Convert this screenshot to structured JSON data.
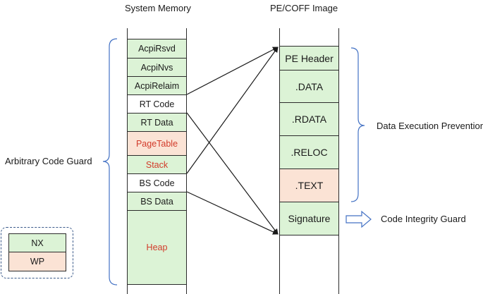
{
  "titles": {
    "system_memory": "System Memory",
    "pecoff_image": "PE/COFF Image"
  },
  "system_memory": {
    "regions": [
      {
        "label": "AcpiRsvd",
        "style": "nx"
      },
      {
        "label": "AcpiNvs",
        "style": "nx"
      },
      {
        "label": "AcpiRelaim",
        "style": "nx"
      },
      {
        "label": "RT Code",
        "style": "plain"
      },
      {
        "label": "RT Data",
        "style": "nx"
      },
      {
        "label": "PageTable",
        "style": "wp"
      },
      {
        "label": "Stack",
        "style": "nx"
      },
      {
        "label": "BS Code",
        "style": "plain"
      },
      {
        "label": "BS Data",
        "style": "nx"
      },
      {
        "label": "Heap",
        "style": "nx"
      }
    ]
  },
  "pecoff_image": {
    "sections": [
      {
        "label": "PE Header",
        "style": "nx"
      },
      {
        "label": ".DATA",
        "style": "nx"
      },
      {
        "label": ".RDATA",
        "style": "nx"
      },
      {
        "label": ".RELOC",
        "style": "nx"
      },
      {
        "label": ".TEXT",
        "style": "wp"
      },
      {
        "label": "Signature",
        "style": "nx"
      }
    ]
  },
  "annotations": {
    "arbitrary_code_guard": "Arbitrary Code Guard",
    "data_execution_prevention": "Data Execution Prevention",
    "code_integrity_guard": "Code Integrity Guard"
  },
  "legend": {
    "nx_label": "NX",
    "wp_label": "WP"
  },
  "colors": {
    "nx": "#dcf3d6",
    "wp": "#fbe3d5",
    "plain": "#ffffff",
    "red_text": "#d23b2a",
    "brace": "#4472c4",
    "legend_border": "#3b5a8a",
    "line": "#1a1a1a"
  }
}
